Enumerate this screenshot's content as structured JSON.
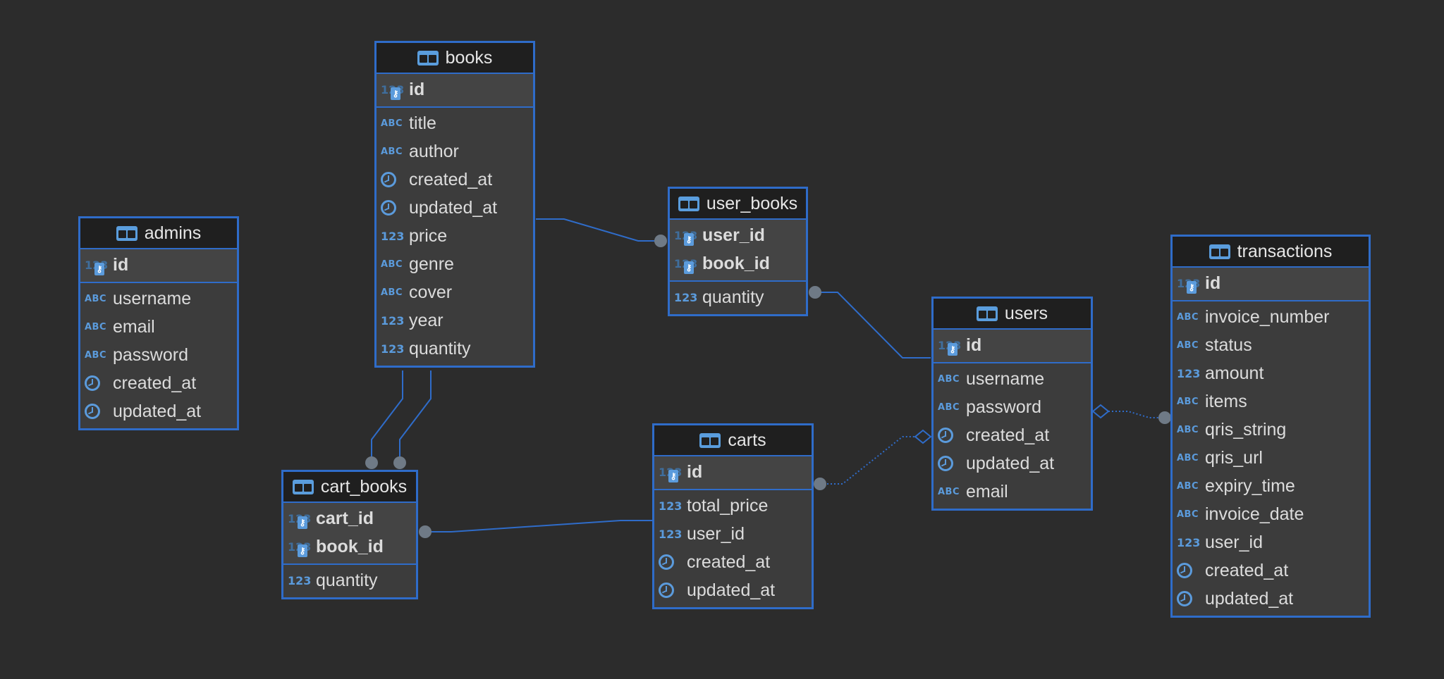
{
  "colors": {
    "background": "#2c2c2c",
    "border": "#2f6cc9",
    "link": "#2f6cc9",
    "connector": "#6f7a86",
    "icon": "#5b9bdc"
  },
  "icons": {
    "table": "table-icon",
    "number": "number-type-icon",
    "text": "text-type-icon",
    "datetime": "clock-icon",
    "primary_key": "key-icon"
  },
  "type_glyphs": {
    "num": "123",
    "text": "ABC"
  },
  "tables": {
    "books": {
      "name": "books",
      "keys": [
        {
          "name": "id",
          "type": "num"
        }
      ],
      "columns": [
        {
          "name": "title",
          "type": "text"
        },
        {
          "name": "author",
          "type": "text"
        },
        {
          "name": "created_at",
          "type": "date"
        },
        {
          "name": "updated_at",
          "type": "date"
        },
        {
          "name": "price",
          "type": "num"
        },
        {
          "name": "genre",
          "type": "text"
        },
        {
          "name": "cover",
          "type": "text"
        },
        {
          "name": "year",
          "type": "num"
        },
        {
          "name": "quantity",
          "type": "num"
        }
      ]
    },
    "admins": {
      "name": "admins",
      "keys": [
        {
          "name": "id",
          "type": "num"
        }
      ],
      "columns": [
        {
          "name": "username",
          "type": "text"
        },
        {
          "name": "email",
          "type": "text"
        },
        {
          "name": "password",
          "type": "text"
        },
        {
          "name": "created_at",
          "type": "date"
        },
        {
          "name": "updated_at",
          "type": "date"
        }
      ]
    },
    "user_books": {
      "name": "user_books",
      "keys": [
        {
          "name": "user_id",
          "type": "num"
        },
        {
          "name": "book_id",
          "type": "num"
        }
      ],
      "columns": [
        {
          "name": "quantity",
          "type": "num"
        }
      ]
    },
    "users": {
      "name": "users",
      "keys": [
        {
          "name": "id",
          "type": "num"
        }
      ],
      "columns": [
        {
          "name": "username",
          "type": "text"
        },
        {
          "name": "password",
          "type": "text"
        },
        {
          "name": "created_at",
          "type": "date"
        },
        {
          "name": "updated_at",
          "type": "date"
        },
        {
          "name": "email",
          "type": "text"
        }
      ]
    },
    "transactions": {
      "name": "transactions",
      "keys": [
        {
          "name": "id",
          "type": "num"
        }
      ],
      "columns": [
        {
          "name": "invoice_number",
          "type": "text"
        },
        {
          "name": "status",
          "type": "text"
        },
        {
          "name": "amount",
          "type": "num"
        },
        {
          "name": "items",
          "type": "text"
        },
        {
          "name": "qris_string",
          "type": "text"
        },
        {
          "name": "qris_url",
          "type": "text"
        },
        {
          "name": "expiry_time",
          "type": "text"
        },
        {
          "name": "invoice_date",
          "type": "text"
        },
        {
          "name": "user_id",
          "type": "num"
        },
        {
          "name": "created_at",
          "type": "date"
        },
        {
          "name": "updated_at",
          "type": "date"
        }
      ]
    },
    "cart_books": {
      "name": "cart_books",
      "keys": [
        {
          "name": "cart_id",
          "type": "num"
        },
        {
          "name": "book_id",
          "type": "num"
        }
      ],
      "columns": [
        {
          "name": "quantity",
          "type": "num"
        }
      ]
    },
    "carts": {
      "name": "carts",
      "keys": [
        {
          "name": "id",
          "type": "num"
        }
      ],
      "columns": [
        {
          "name": "total_price",
          "type": "num"
        },
        {
          "name": "user_id",
          "type": "num"
        },
        {
          "name": "created_at",
          "type": "date"
        },
        {
          "name": "updated_at",
          "type": "date"
        }
      ]
    }
  }
}
